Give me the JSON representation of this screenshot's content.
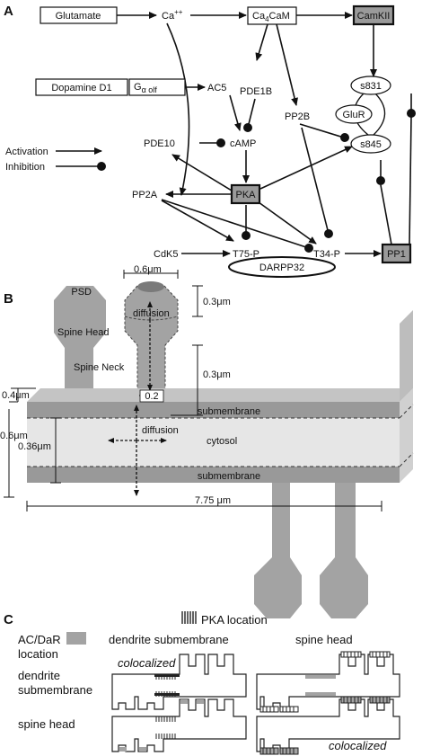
{
  "panels": {
    "a": "A",
    "b": "B",
    "c": "C"
  },
  "panel_a": {
    "nodes": {
      "glutamate": "Glutamate",
      "ca": "Ca",
      "ca_sup": "++",
      "ca4cam": "Ca",
      "ca4cam_sub": "4",
      "ca4cam_rest": "CaM",
      "camkii": "CamKII",
      "dopamine": "Dopamine D1",
      "galpha": "G",
      "galpha_sub": "α olf",
      "ac5": "AC5",
      "pde1b": "PDE1B",
      "s831": "s831",
      "glur": "GluR",
      "s845": "s845",
      "pp2b": "PP2B",
      "pde10": "PDE10",
      "camp": "cAMP",
      "pp2a": "PP2A",
      "pka": "PKA",
      "cdk5": "CdK5",
      "t75p": "T75-P",
      "t34p": "T34-P",
      "pp1": "PP1",
      "darpp32": "DARPP32"
    },
    "legend": {
      "activation": "Activation",
      "inhibition": "Inhibition"
    }
  },
  "panel_b": {
    "psd": "PSD",
    "spine_head": "Spine Head",
    "spine_neck": "Spine Neck",
    "diffusion_spine": "diffusion",
    "d_06": "0.6μm",
    "d_03a": "0.3μm",
    "d_03b": "0.3μm",
    "d_02": "0.2",
    "d_04": "0.4μm",
    "d_06b": "0.6μm",
    "d_036": "0.36μm",
    "submembrane_top": "submembrane",
    "diffusion_cyto": "diffusion",
    "cytosol": "cytosol",
    "submembrane_bottom": "submembrane",
    "d_775": "7.75 μm"
  },
  "panel_c": {
    "pka_location": "PKA location",
    "acdar_line1": "AC/DaR",
    "acdar_line2": "location",
    "col_dendrite": "dendrite submembrane",
    "col_spine": "spine head",
    "row_dendrite_1": "dendrite",
    "row_dendrite_2": "submembrane",
    "row_spine": "spine head",
    "colocalized_1": "colocalized",
    "colocalized_2": "colocalized"
  },
  "colors": {
    "dark_box": "#9a9a9a",
    "light_gray": "#bdbdbd",
    "cytosol": "#e6e6e6",
    "submembrane": "#999999",
    "spine": "#a3a3a3"
  }
}
